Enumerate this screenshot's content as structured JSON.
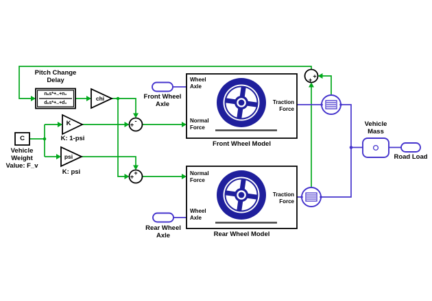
{
  "colors": {
    "signal": "#00a81b",
    "physical": "#4433cc",
    "wheel": "#1f1f9c",
    "ground": "#404040"
  },
  "pitch_delay": {
    "title1": "Pitch Change",
    "title2": "Delay",
    "numerator": "nₙs*+..+n₀",
    "denominator": "dₙs*+..+d₀"
  },
  "gains": {
    "chi": "chi",
    "k": "K",
    "k_caption": "K: 1-psi",
    "psi": "psi",
    "psi_caption": "K: psi"
  },
  "constant": {
    "value": "C",
    "caption1": "Vehicle",
    "caption2": "Weight",
    "caption3": "Value: F_v"
  },
  "sums": {
    "front_left": "+",
    "front_top": "-",
    "rear_left": "+",
    "rear_top": "+",
    "traction_right": "+",
    "traction_bottom": "+"
  },
  "io_ports": {
    "front_axle1": "Front Wheel",
    "front_axle2": "Axle",
    "rear_axle1": "Rear Wheel",
    "rear_axle2": "Axle",
    "road_load": "Road Load"
  },
  "wheel_models": {
    "front_caption": "Front Wheel Model",
    "rear_caption": "Rear Wheel Model",
    "port_wheel1": "Wheel",
    "port_wheel2": "Axle",
    "port_normal1": "Normal",
    "port_normal2": "Force",
    "port_traction1": "Traction",
    "port_traction2": "Force"
  },
  "vehicle_mass": {
    "caption1": "Vehicle",
    "caption2": "Mass"
  }
}
